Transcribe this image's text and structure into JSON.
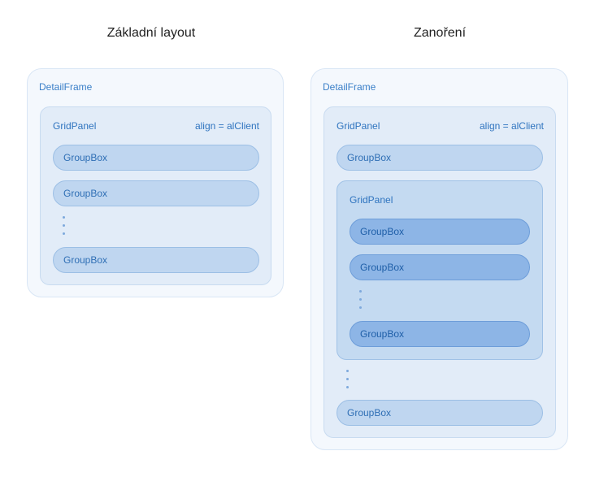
{
  "left": {
    "title": "Základní layout",
    "frame_label": "DetailFrame",
    "panel_label": "GridPanel",
    "panel_align": "align = alClient",
    "groupboxes": [
      "GroupBox",
      "GroupBox",
      "GroupBox"
    ]
  },
  "right": {
    "title": "Zanoření",
    "frame_label": "DetailFrame",
    "panel_label": "GridPanel",
    "panel_align": "align = alClient",
    "groupboxes": [
      "GroupBox",
      "GroupBox"
    ],
    "nested": {
      "panel_label": "GridPanel",
      "groupboxes": [
        "GroupBox",
        "GroupBox",
        "GroupBox"
      ]
    }
  }
}
